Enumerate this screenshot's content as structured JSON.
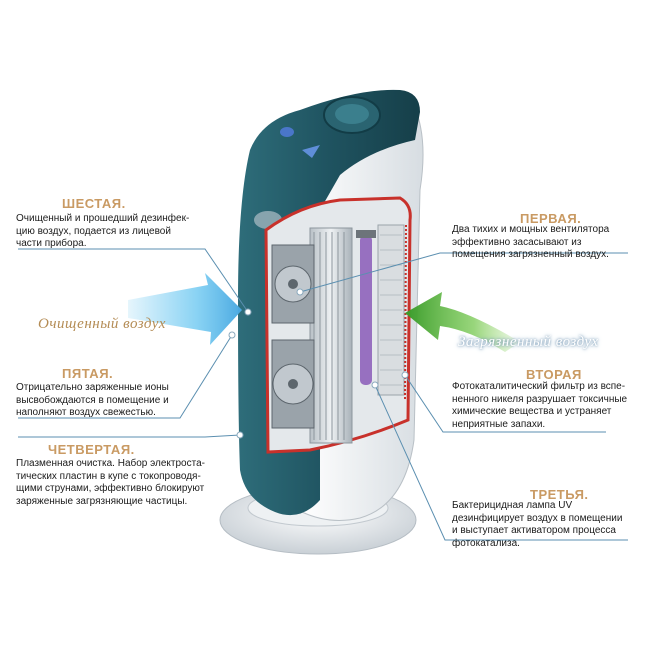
{
  "stages": [
    {
      "key": "sixth",
      "title": "ШЕСТАЯ.",
      "text": "Очищенный и прошедший дезинфек-\nцию воздух, подается из лицевой\nчасти прибора."
    },
    {
      "key": "first",
      "title": "ПЕРВАЯ.",
      "text": "Два тихих и мощных вентилятора\nэффективно засасывают из\nпомещения загрязненный воздух."
    },
    {
      "key": "fifth",
      "title": "ПЯТАЯ.",
      "text": "Отрицательно заряженные ионы\nвысвобождаются в помещение и\nнаполняют воздух свежестью."
    },
    {
      "key": "second",
      "title": "ВТОРАЯ",
      "text": "Фотокаталитический фильтр из вспе-\nненного никеля разрушает токсичные\nхимические вещества и устраняет\nнеприятные запахи."
    },
    {
      "key": "fourth",
      "title": "ЧЕТВЕРТАЯ.",
      "text": "Плазменная очистка. Набор электроста-\nтических пластин в купе с токопроводя-\nщими струнами, эффективно блокируют\nзаряженные загрязняющие частицы."
    },
    {
      "key": "third",
      "title": "ТРЕТЬЯ.",
      "text": "Бактерицидная лампа UV\nдезинфицирует воздух в помещении\nи выступает активатором процесса\nфотокатализа."
    }
  ],
  "airflow": {
    "clean_label": "Очищенный воздух",
    "dirty_label": "Загрязненный воздух"
  },
  "colors": {
    "title": "#c99a63",
    "body_teal": "#1f5360",
    "body_white": "#eef1f3",
    "cutaway_red": "#c8312b",
    "uv_lamp": "#8a5bb8",
    "clean_arrow": "#58c0ef",
    "dirty_arrow": "#6cc443",
    "leader_line": "#5b8fb0",
    "accent_blue": "#4a76c9"
  }
}
